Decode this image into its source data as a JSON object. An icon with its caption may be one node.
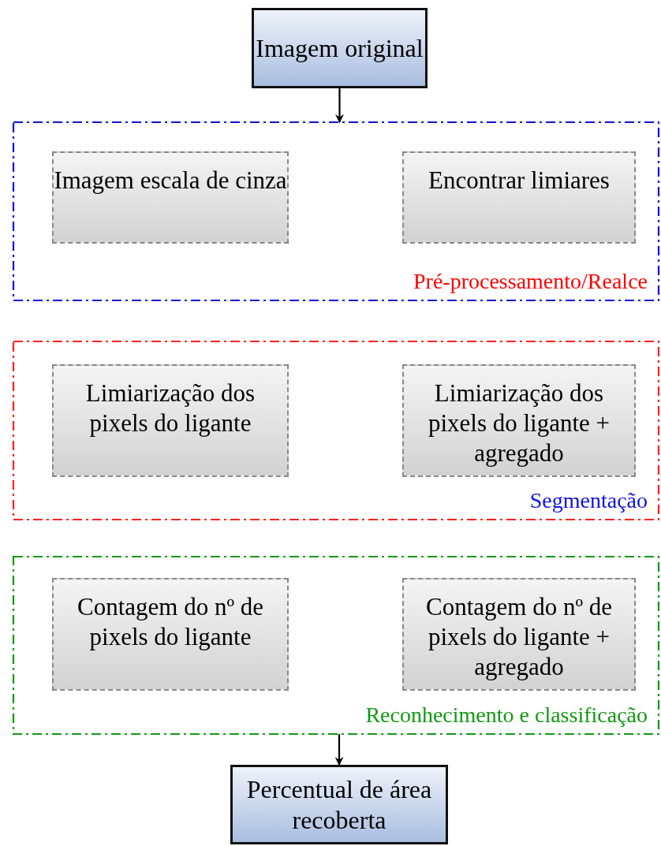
{
  "diagram": {
    "nodes": [
      {
        "text": [
          "Imagem original"
        ]
      },
      {
        "text": [
          "Pré-processamento/Realce"
        ]
      },
      {
        "text": [
          "Imagem escala de cinza"
        ],
        "in": 1
      },
      {
        "text": [
          "Encontrar limiares"
        ],
        "in": 1
      },
      {
        "text": [
          "Segmentação"
        ]
      },
      {
        "text": [
          "Limiarização dos pixels do ligante"
        ],
        "in": 4
      },
      {
        "text": [
          "Limiarização dos pixels do ligante + agregado"
        ],
        "in": 4
      },
      {
        "text": [
          "Reconhecimento e classificação"
        ]
      },
      {
        "text": [
          "Contagem do nº de pixels do ligante"
        ],
        "in": 7
      },
      {
        "text": [
          "Contagem do nº de pixels do ligante + agregado"
        ],
        "in": 7
      },
      {
        "text": [
          "Percentual de área recoberta"
        ]
      }
    ],
    "edges": [
      {
        "from": 0,
        "to": 1,
        "arrow": "to"
      },
      {
        "from": 7,
        "to": 10,
        "arrow": "to"
      }
    ]
  }
}
